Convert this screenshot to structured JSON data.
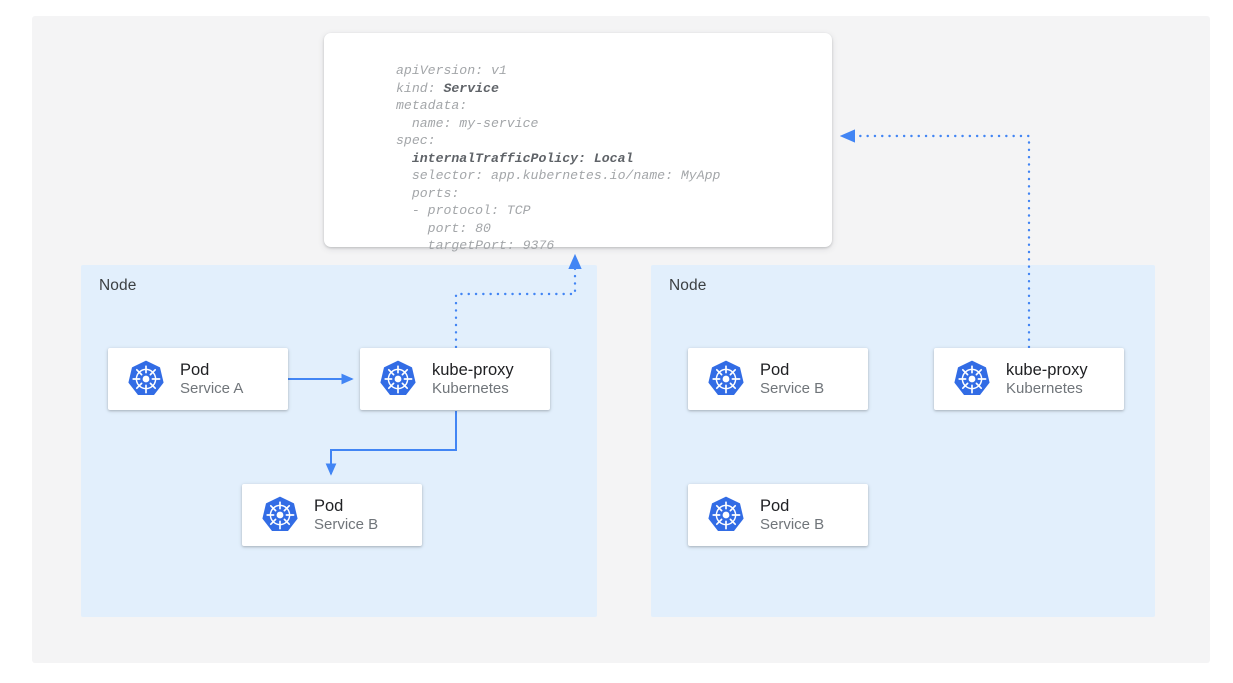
{
  "canvas": {
    "background_color": "#f4f4f5",
    "page_background": "#ffffff"
  },
  "colors": {
    "node_fill": "#e2effc",
    "accent_blue": "#4285f4",
    "k8s_blue": "#326ce5",
    "card_background": "#ffffff",
    "title_text": "#202124",
    "subtitle_text": "#70757a",
    "code_text": "#a3a6a9",
    "code_emphasis": "#5f6368"
  },
  "yaml_panel": {
    "name": "service-manifest",
    "language": "yaml",
    "lines": [
      {
        "text": "apiVersion: v1",
        "bold_part": ""
      },
      {
        "text": "kind: ",
        "bold_part": "Service"
      },
      {
        "text": "metadata:",
        "bold_part": ""
      },
      {
        "text": "  name: my-service",
        "bold_part": ""
      },
      {
        "text": "spec:",
        "bold_part": ""
      },
      {
        "text": "  ",
        "bold_part": "internalTrafficPolicy: Local"
      },
      {
        "text": "  selector: app.kubernetes.io/name: MyApp",
        "bold_part": ""
      },
      {
        "text": "  ports:",
        "bold_part": ""
      },
      {
        "text": "  - protocol: TCP",
        "bold_part": ""
      },
      {
        "text": "    port: 80",
        "bold_part": ""
      },
      {
        "text": "    targetPort: 9376",
        "bold_part": ""
      }
    ],
    "full_text": "apiVersion: v1\nkind: Service\nmetadata:\n  name: my-service\nspec:\n  internalTrafficPolicy: Local\n  selector: app.kubernetes.io/name: MyApp\n  ports:\n  - protocol: TCP\n    port: 80\n    targetPort: 9376"
  },
  "nodes": [
    {
      "id": "node-left",
      "label": "Node",
      "cards": [
        {
          "id": "pod-service-a",
          "title": "Pod",
          "subtitle": "Service A",
          "icon": "kubernetes-icon"
        },
        {
          "id": "kube-proxy-left",
          "title": "kube-proxy",
          "subtitle": "Kubernetes",
          "icon": "kubernetes-icon"
        },
        {
          "id": "pod-service-b-left",
          "title": "Pod",
          "subtitle": "Service B",
          "icon": "kubernetes-icon"
        }
      ]
    },
    {
      "id": "node-right",
      "label": "Node",
      "cards": [
        {
          "id": "pod-service-b-right-top",
          "title": "Pod",
          "subtitle": "Service B",
          "icon": "kubernetes-icon"
        },
        {
          "id": "kube-proxy-right",
          "title": "kube-proxy",
          "subtitle": "Kubernetes",
          "icon": "kubernetes-icon"
        },
        {
          "id": "pod-service-b-right-bottom",
          "title": "Pod",
          "subtitle": "Service B",
          "icon": "kubernetes-icon"
        }
      ]
    }
  ],
  "connections": [
    {
      "id": "pod-a-to-kube-proxy",
      "from": "pod-service-a",
      "to": "kube-proxy-left",
      "style": "solid",
      "arrow": "right"
    },
    {
      "id": "kube-proxy-to-pod-b",
      "from": "kube-proxy-left",
      "to": "pod-service-b-left",
      "style": "solid",
      "arrow": "down"
    },
    {
      "id": "kube-proxy-left-to-manifest",
      "from": "kube-proxy-left",
      "to": "service-manifest",
      "style": "dotted",
      "arrow": "up"
    },
    {
      "id": "kube-proxy-right-to-manifest",
      "from": "kube-proxy-right",
      "to": "service-manifest",
      "style": "dotted",
      "arrow": "left"
    }
  ]
}
